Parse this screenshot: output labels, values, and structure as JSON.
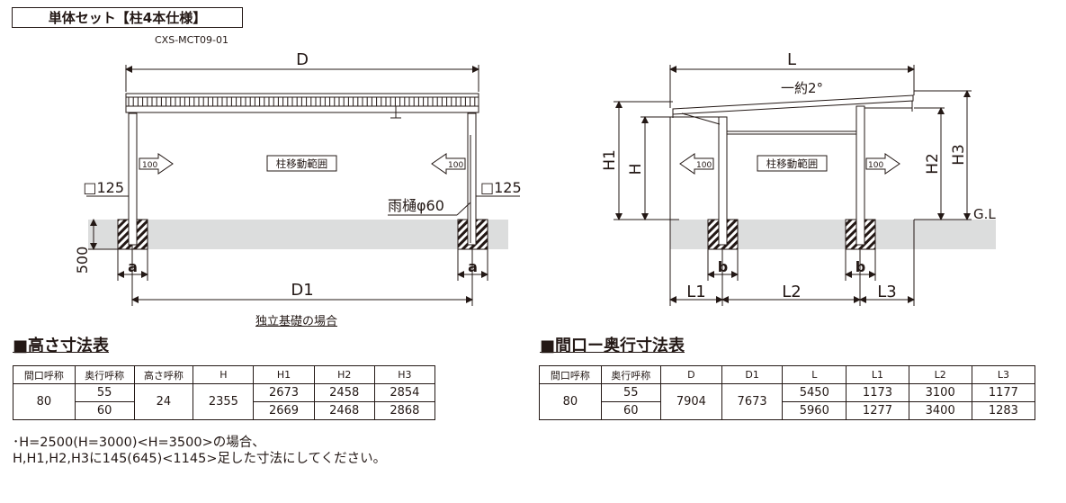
{
  "header": {
    "title": "単体セット【柱4本仕様】",
    "model": "CXS-MCT09-01"
  },
  "front_view": {
    "dim_D": "D",
    "dim_D1": "D1",
    "post_left": "□125",
    "post_right": "□125",
    "gutter": "雨樋φ60",
    "range": "柱移動範囲",
    "arrow_left": "100",
    "arrow_right": "100",
    "depth": "500",
    "a_left": "a",
    "a_right": "a",
    "caption": "独立基礎の場合"
  },
  "side_view": {
    "dim_L": "L",
    "slope": "一約2°",
    "H1": "H1",
    "H": "H",
    "H2": "H2",
    "H3": "H3",
    "GL": "G.L",
    "range": "柱移動範囲",
    "arrow_left": "100",
    "arrow_right": "100",
    "b_left": "b",
    "b_right": "b",
    "L1": "L1",
    "L2": "L2",
    "L3": "L3"
  },
  "height_table": {
    "title": "■高さ寸法表",
    "headers": [
      "間口呼称",
      "奥行呼称",
      "高さ呼称",
      "H",
      "H1",
      "H2",
      "H3"
    ],
    "width_name": "80",
    "height_name": "24",
    "H": "2355",
    "rows": [
      {
        "depth": "55",
        "H1": "2673",
        "H2": "2458",
        "H3": "2854"
      },
      {
        "depth": "60",
        "H1": "2669",
        "H2": "2468",
        "H3": "2868"
      }
    ]
  },
  "size_table": {
    "title": "■間口ー奥行寸法表",
    "headers": [
      "間口呼称",
      "奥行呼称",
      "D",
      "D1",
      "L",
      "L1",
      "L2",
      "L3"
    ],
    "width_name": "80",
    "D": "7904",
    "D1": "7673",
    "rows": [
      {
        "depth": "55",
        "L": "5450",
        "L1": "1173",
        "L2": "3100",
        "L3": "1177"
      },
      {
        "depth": "60",
        "L": "5960",
        "L1": "1277",
        "L2": "3400",
        "L3": "1283"
      }
    ]
  },
  "notes": [
    "･H=2500(H=3000)<H=3500>の場合、",
    "H,H1,H2,H3に145(645)<1145>足した寸法にしてください。"
  ],
  "colors": {
    "ink": "#231815",
    "ground": "#dcdddd"
  }
}
